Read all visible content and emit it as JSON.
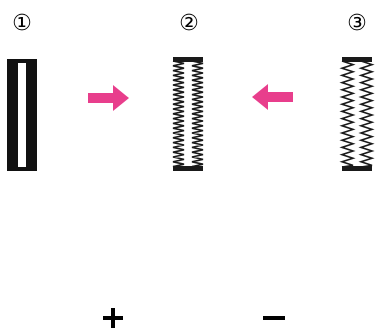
{
  "labels": {
    "step1": "①",
    "step2": "②",
    "step3": "③",
    "plus": "+",
    "minus": "–"
  },
  "colors": {
    "arrow": "#e83e8c",
    "stitch": "#1a1a1a",
    "background": "#ffffff"
  },
  "buttonholes": [
    {
      "id": "step1",
      "density": "dense"
    },
    {
      "id": "step2",
      "density": "medium"
    },
    {
      "id": "step3",
      "density": "sparse"
    }
  ],
  "arrows": [
    {
      "from": "step1",
      "to": "step2",
      "direction": "right"
    },
    {
      "from": "step3",
      "to": "step2",
      "direction": "left"
    }
  ]
}
